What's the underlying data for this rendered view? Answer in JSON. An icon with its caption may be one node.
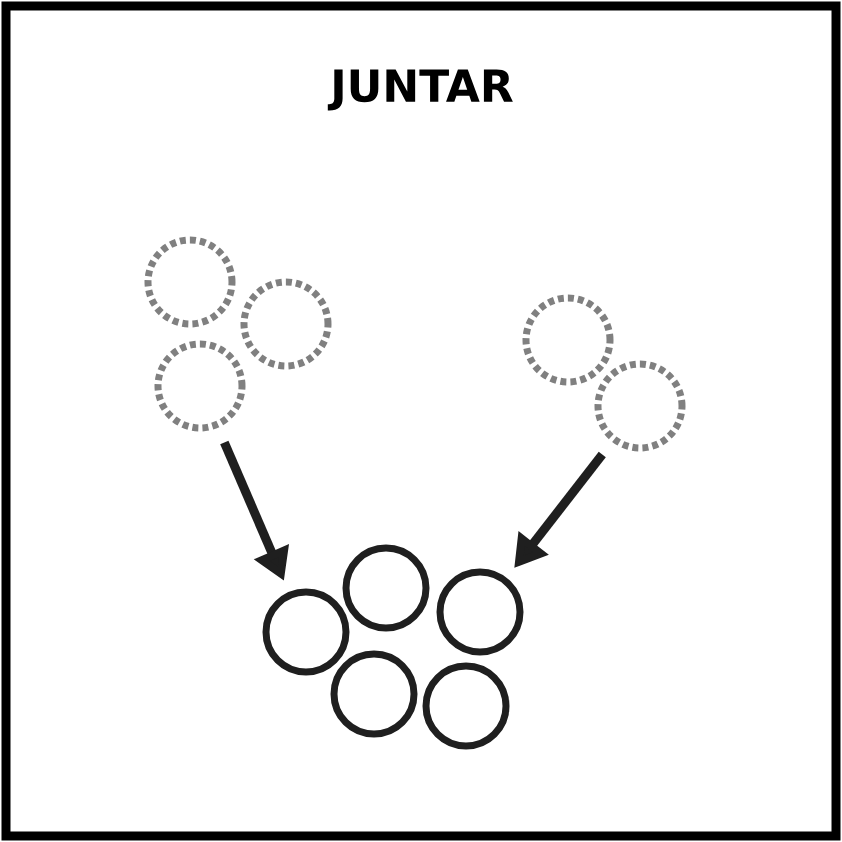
{
  "diagram": {
    "title": "JUNTAR",
    "nodes": [
      {
        "text": [],
        "shape": "circle"
      },
      {
        "text": [],
        "shape": "circle"
      },
      {
        "text": [],
        "shape": "circle"
      },
      {
        "text": [],
        "shape": "circle"
      },
      {
        "text": [],
        "shape": "circle"
      },
      {
        "text": [],
        "shape": "circle"
      },
      {
        "text": [],
        "shape": "circle"
      },
      {
        "text": [],
        "shape": "circle"
      },
      {
        "text": [],
        "shape": "circle"
      },
      {
        "text": [],
        "shape": "circle"
      }
    ],
    "edges": [
      {
        "from": 2,
        "to": 7,
        "arrow": "to"
      },
      {
        "from": 4,
        "to": 6,
        "arrow": "to"
      }
    ]
  }
}
